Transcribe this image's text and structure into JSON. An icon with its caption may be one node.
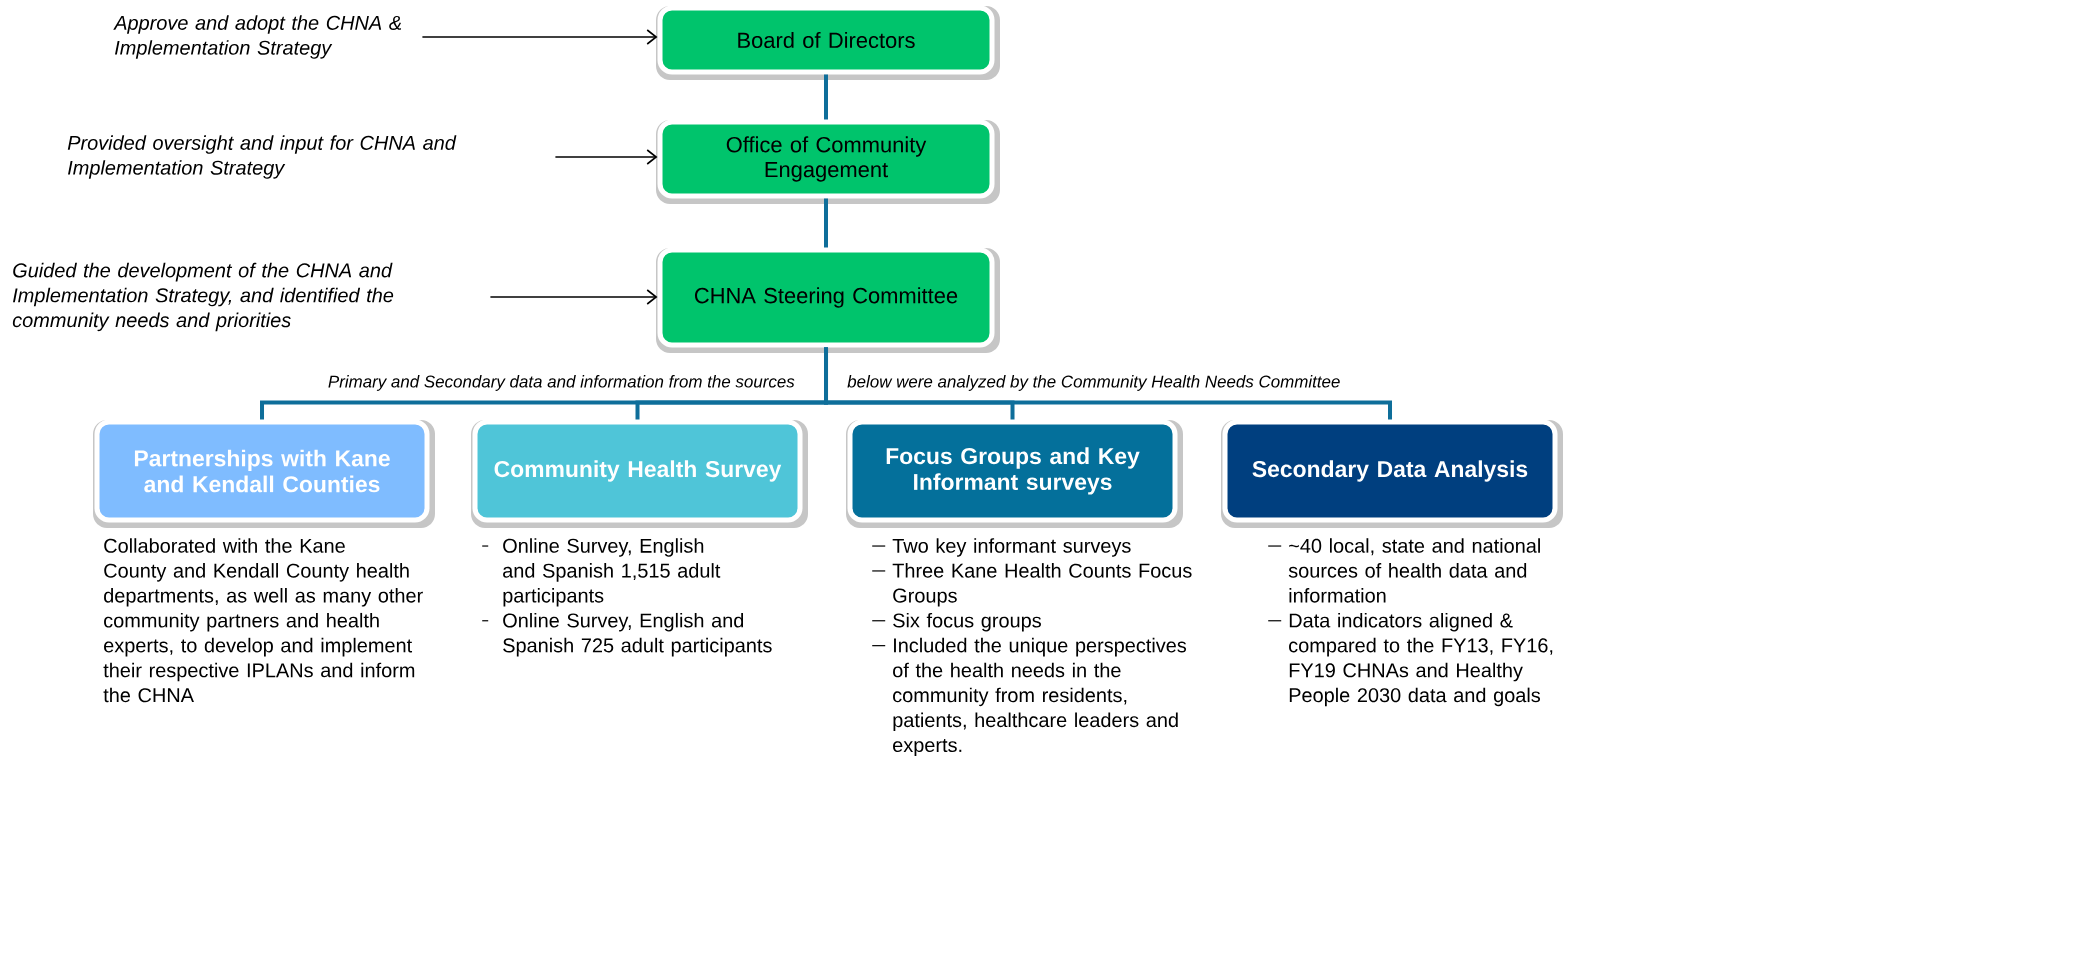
{
  "diagram": {
    "nodes": [
      {
        "text": [
          "Board of Directors"
        ]
      },
      {
        "text": [
          "Office of Community Engagement"
        ]
      },
      {
        "text": [
          "CHNA Steering Committee"
        ]
      },
      {
        "text": [
          "Partnerships with Kane and Kendall Counties"
        ],
        "beside": [
          "Collaborated with the Kane County and Kendall County health departments, as well as many other community partners and health experts, to develop and implement their respective IPLANs and inform the CHNA"
        ]
      },
      {
        "text": [
          "Community Health Survey"
        ],
        "beside": [
          "Online Survey, English and Spanish 1,515 adult participants",
          "Online Survey, English and Spanish 725 adult participants"
        ]
      },
      {
        "text": [
          "Focus Groups and Key Informant surveys"
        ],
        "beside": [
          "Two key informant surveys",
          "Three Kane Health Counts Focus Groups",
          "Six focus groups",
          "Included the unique perspectives of the health needs in the community from residents, patients, healthcare leaders and experts."
        ]
      },
      {
        "text": [
          "Secondary Data Analysis"
        ],
        "beside": [
          "~40 local, state and national sources of health data and information",
          "Data indicators aligned & compared to the FY13, FY16, FY19 CHNAs  and Healthy People 2030 data and goals"
        ]
      },
      {
        "text": [
          "Approve and adopt the CHNA & Implementation Strategy"
        ]
      },
      {
        "text": [
          "Provided oversight and input for CHNA  and Implementation Strategy"
        ]
      },
      {
        "text": [
          "Guided the development of the CHNA and Implementation Strategy, and identified the community needs and priorities"
        ]
      }
    ],
    "edges": [
      {
        "from": 7,
        "to": 0,
        "arrow": "to",
        "color": "#000000"
      },
      {
        "from": 8,
        "to": 1,
        "arrow": "to",
        "color": "#000000"
      },
      {
        "from": 9,
        "to": 2,
        "arrow": "to",
        "color": "#000000"
      },
      {
        "from": 0,
        "to": 1,
        "arrow": "none"
      },
      {
        "from": 1,
        "to": 2,
        "arrow": "none"
      },
      {
        "from": 2,
        "to": 3,
        "arrow": "none"
      },
      {
        "from": 2,
        "to": 4,
        "arrow": "none"
      },
      {
        "from": 2,
        "to": 5,
        "arrow": "none"
      },
      {
        "from": 2,
        "to": 6,
        "arrow": "none"
      }
    ],
    "labels": [
      "Primary and Secondary data and information from the sources",
      "below were analyzed by the Community Health Needs Committee"
    ]
  }
}
